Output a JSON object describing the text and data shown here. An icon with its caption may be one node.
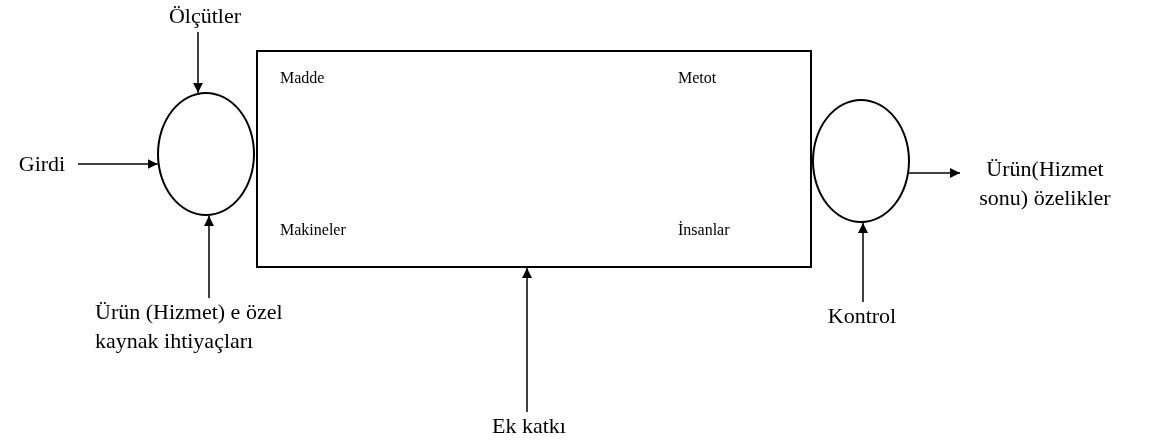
{
  "diagram": {
    "nodes": [
      {
        "text": [
          "Ölçütler"
        ]
      },
      {
        "text": [
          "Girdi"
        ]
      },
      {
        "text": [],
        "shape": "circle"
      },
      {
        "text": [
          "Madde",
          "Metot",
          "Makineler",
          "İnsanlar"
        ]
      },
      {
        "text": [],
        "shape": "circle"
      },
      {
        "text": [
          "Ürün(Hizmet sonu) özelikler"
        ]
      },
      {
        "text": [
          "Ürün (Hizmet) e özel kaynak ihtiyaçları"
        ]
      },
      {
        "text": [
          "Kontrol"
        ]
      },
      {
        "text": [
          "Ek katkı"
        ]
      }
    ],
    "edges": [
      {
        "from": 0,
        "to": 2,
        "arrow": "to"
      },
      {
        "from": 1,
        "to": 2,
        "arrow": "to"
      },
      {
        "from": 6,
        "to": 2,
        "arrow": "to"
      },
      {
        "from": 8,
        "to": 3,
        "arrow": "to"
      },
      {
        "from": 4,
        "to": 5,
        "arrow": "to"
      },
      {
        "from": 7,
        "to": 4,
        "arrow": "to"
      }
    ]
  }
}
